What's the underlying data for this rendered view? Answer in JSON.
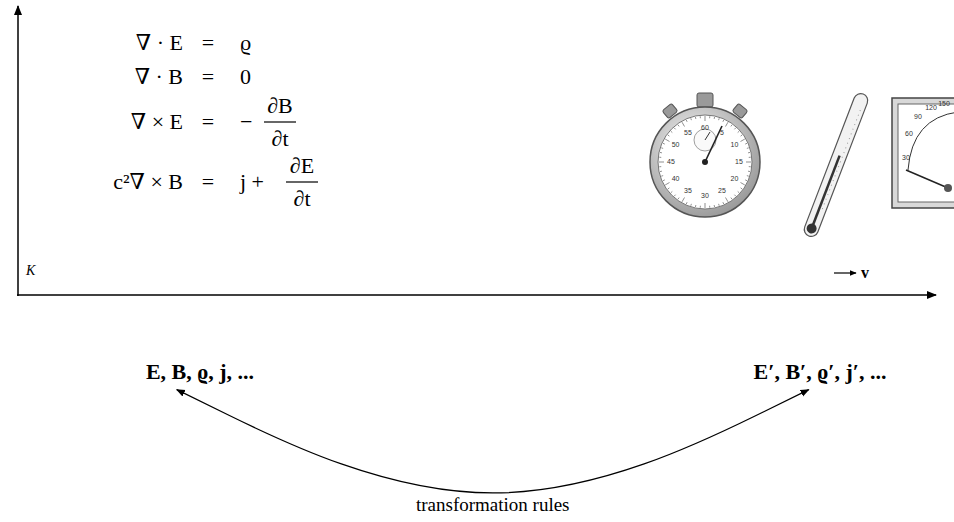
{
  "diagram": {
    "nodes": [
      {
        "text": [
          "E, B, ϱ, j, ..."
        ]
      },
      {
        "text": [
          "E′, B′, ϱ′, j′, ..."
        ]
      }
    ],
    "edges": [
      {
        "from": 0,
        "to": 1,
        "arrow": "both",
        "label": "transformation rules"
      }
    ],
    "labels": [
      "∇ · E",
      "=",
      "ϱ",
      "∇ · B",
      "=",
      "0",
      "∇ × E",
      "=",
      "−",
      "∂B",
      "∂t",
      "c²∇ × B",
      "=",
      "j +",
      "∂E",
      "∂t",
      "K",
      "v",
      "60",
      "5",
      "10",
      "15",
      "20",
      "25",
      "30",
      "35",
      "40",
      "45",
      "50",
      "55",
      "30",
      "60",
      "90",
      "120",
      "150"
    ]
  }
}
